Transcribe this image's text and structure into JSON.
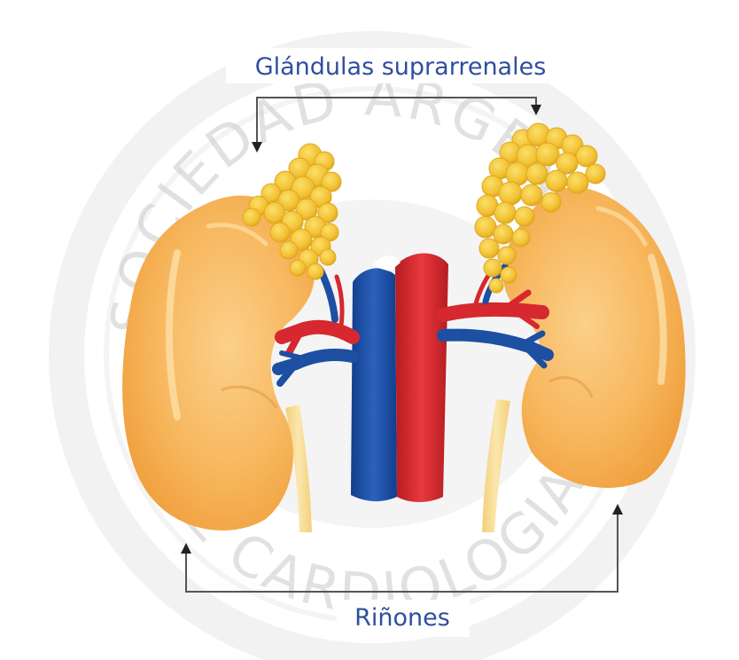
{
  "labels": {
    "adrenal": "Glándulas suprarrenales",
    "kidneys": "Riñones"
  },
  "watermark": {
    "top": "SOCIEDAD ARGENTINA",
    "bottom": "DE CARDIOLOGIA"
  },
  "colors": {
    "label_text": "#2e4f9e",
    "kidney": "#f6b557",
    "adrenal": "#f5c73a",
    "vein": "#1d4fa3",
    "artery": "#d6282e",
    "arrow_line": "#555555"
  }
}
